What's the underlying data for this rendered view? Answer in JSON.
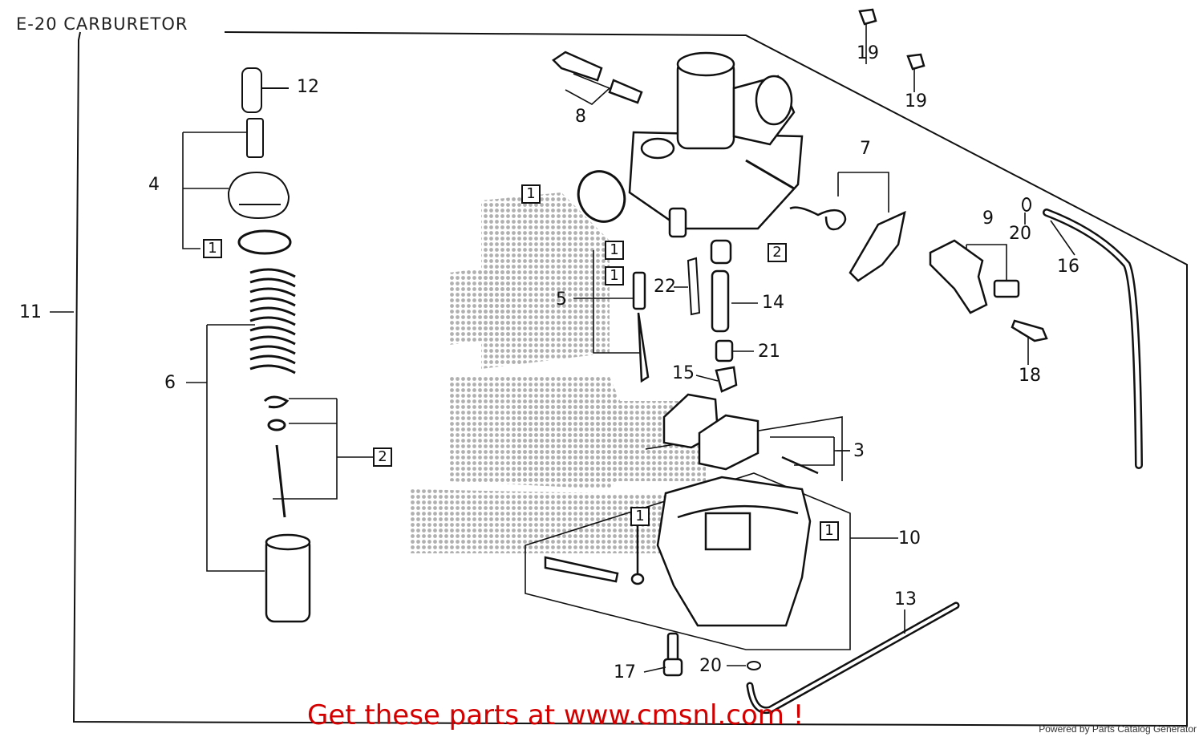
{
  "title": "E-20 CARBURETOR",
  "callouts": [
    "1",
    "2",
    "3",
    "4",
    "5",
    "6",
    "7",
    "8",
    "9",
    "10",
    "11",
    "12",
    "13",
    "14",
    "15",
    "16",
    "17",
    "18",
    "19",
    "20",
    "21",
    "22"
  ],
  "boxed_refs": [
    "1",
    "2"
  ],
  "watermark": "CMS",
  "promo_text": "Get these parts at www.cmsnl.com !",
  "generator_text": "Powered by Parts Catalog Generator",
  "colors": {
    "line": "#111111",
    "promo": "#d40000",
    "watermark": "#b8b8b8"
  }
}
